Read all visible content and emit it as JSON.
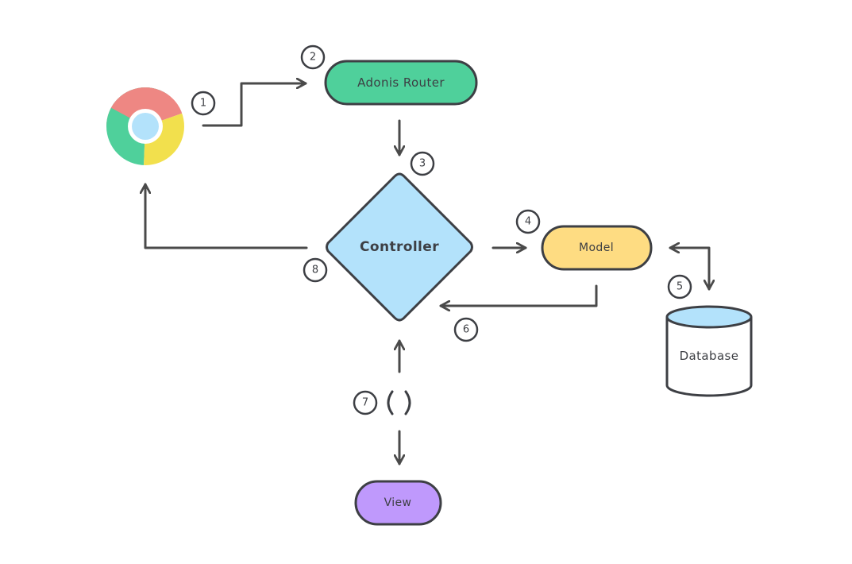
{
  "nodes": {
    "router": "Adonis Router",
    "controller": "Controller",
    "model": "Model",
    "database": "Database",
    "view": "View"
  },
  "steps": [
    "1",
    "2",
    "3",
    "4",
    "5",
    "6",
    "7",
    "8"
  ],
  "colors": {
    "router": "#4fd09b",
    "controller": "#b3e2fb",
    "model": "#fedc82",
    "database_top": "#b3e2fb",
    "view": "#bf99fc",
    "stroke": "#3d3f44",
    "chrome_red": "#ee8783",
    "chrome_green": "#4fd09b",
    "chrome_yellow": "#f2e04d",
    "chrome_center": "#b3e2fb"
  },
  "icons": {
    "browser": "chrome-browser-icon",
    "function_call": "parentheses-icon"
  }
}
